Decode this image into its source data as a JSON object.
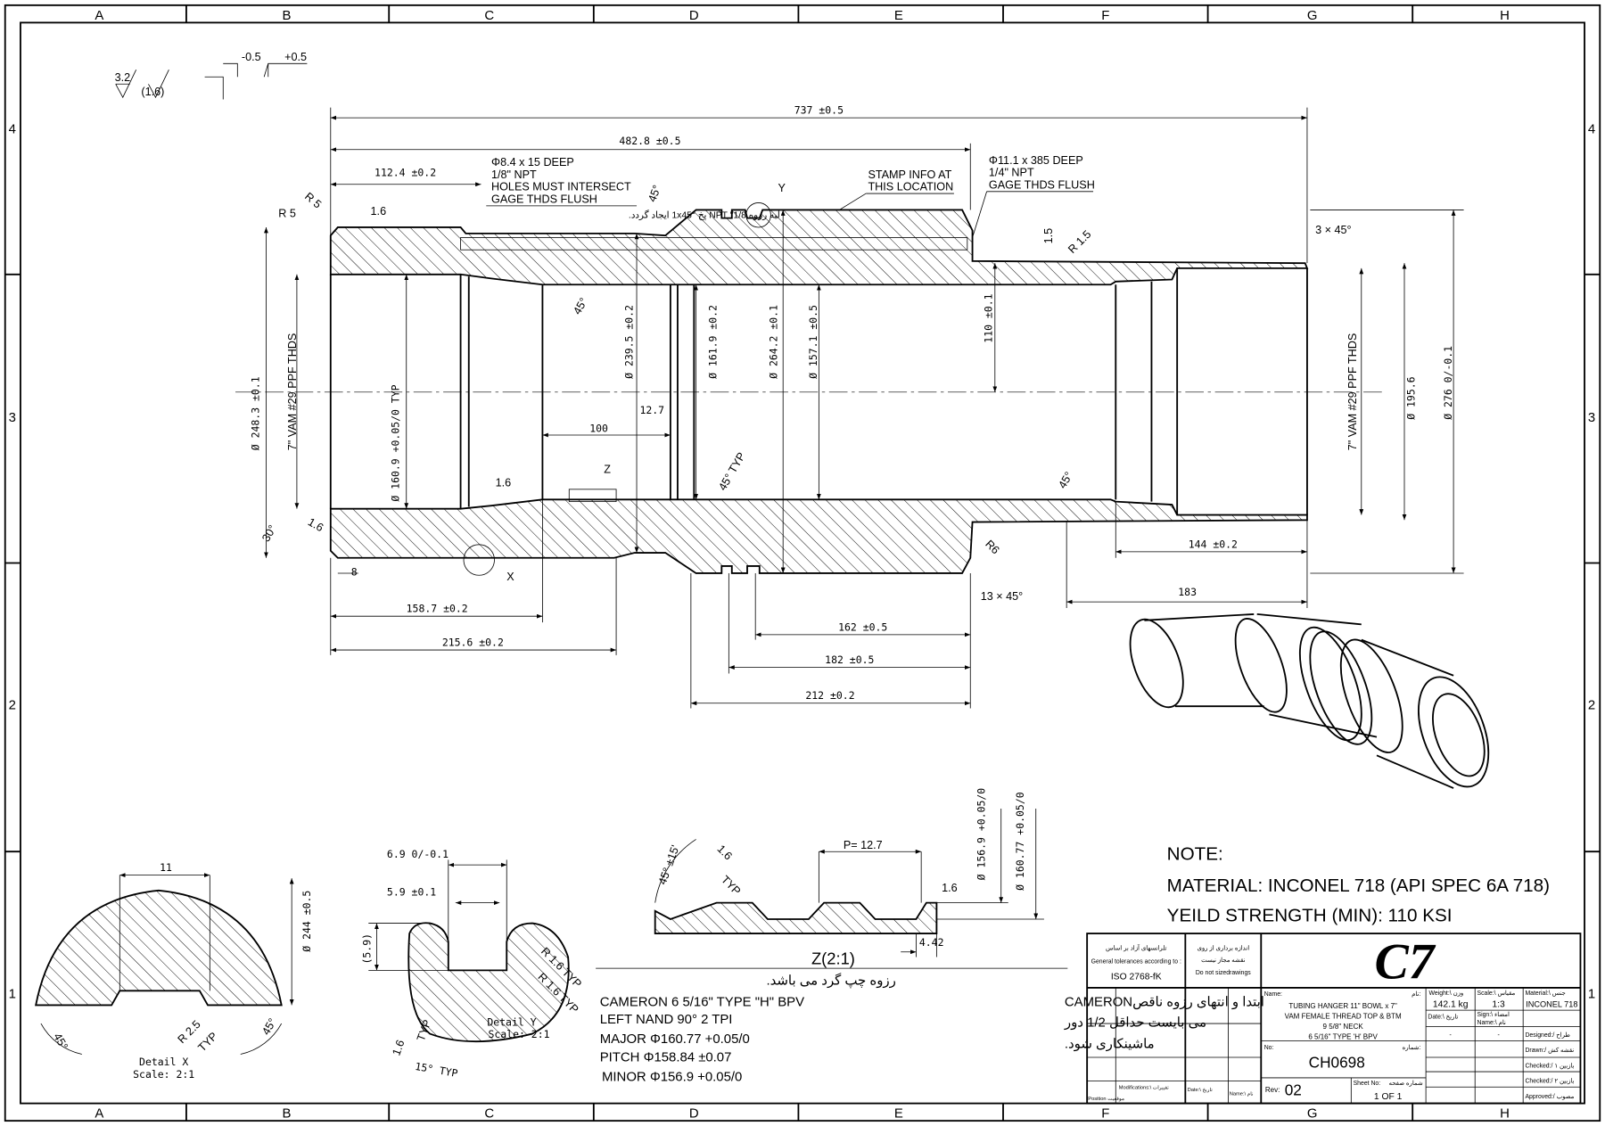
{
  "zones": {
    "columns": [
      "A",
      "B",
      "C",
      "D",
      "E",
      "F",
      "G",
      "H"
    ],
    "rows": [
      "4",
      "3",
      "2",
      "1"
    ]
  },
  "surface": {
    "finish_main": "3.2",
    "finish_other": "(1.6)",
    "tol_minus": "-0.5",
    "tol_plus": "+0.5"
  },
  "main_view": {
    "dims": {
      "overall": "737 ±0.5",
      "d4828": "482.8 ±0.5",
      "d1124": "112.4 ±0.2",
      "r5a": "R 5",
      "r5b": "R 5",
      "f16a": "1.6",
      "a45top": "45°",
      "y_label": "Y",
      "r15": "R 1.5",
      "d15": "1.5",
      "chamfer3": "3 × 45°",
      "dia2483": "Ø 248.3 ±0.1",
      "thds_left": "7\" VAM #29 PPF THDS",
      "dia1609": "Ø 160.9 +0.05/0 TYP",
      "a45in": "45°",
      "dia2395": "Ø 239.5 ±0.2",
      "dia1619": "Ø 161.9 ±0.2",
      "dia2642": "Ø 264.2 ±0.1",
      "dia1571": "Ø 157.1 ±0.5",
      "d110": "110 ±0.1",
      "d127": "12.7",
      "d100": "100",
      "z_label": "Z",
      "f16b": "1.6",
      "a45typ": "45° TYP",
      "a45right": "45°",
      "thds_right": "7\" VAM #29 PPF THDS",
      "dia1956": "Ø 195.6",
      "dia276": "Ø 276 0/-0.1",
      "a30": "30°",
      "f16c": "1.6",
      "d8": "8",
      "x_label": "X",
      "r6": "R6",
      "d144": "144 ±0.2",
      "chamfer13": "13 × 45°",
      "d183": "183",
      "d1587": "158.7 ±0.2",
      "d2156": "215.6 ±0.2",
      "d162": "162 ±0.5",
      "d182": "182 ±0.5",
      "d212": "212 ±0.2"
    },
    "note_hole_left": [
      "Φ8.4 x 15 DEEP",
      "1/8\" NPT",
      "HOLES MUST INTERSECT",
      "GAGE THDS FLUSH",
      "لبه رزوه 1/8\" NPT پخ 1x45° ایجاد گردد."
    ],
    "note_stamp": [
      "STAMP INFO AT",
      "THIS LOCATION"
    ],
    "note_hole_right": [
      "Φ11.1 x 385 DEEP",
      "1/4\" NPT",
      "GAGE THDS FLUSH"
    ]
  },
  "detail_x": {
    "d11": "11",
    "dia244": "Ø 244 ±0.5",
    "a45l": "45°",
    "a45r": "45°",
    "r25": "R 2.5",
    "typ": "TYP",
    "title": "Detail X",
    "scale": "Scale: 2:1"
  },
  "detail_y": {
    "d69": "6.9 0/-0.1",
    "d59": "5.9 ±0.1",
    "d59ref": "(5.9)",
    "r16a": "R 1.6 TYP",
    "r16b": "R 1.6 TYP",
    "f16": "1.6",
    "typ": "TYP",
    "a15": "15° TYP",
    "title": "Detail Y",
    "scale": "Scale: 2:1"
  },
  "detail_z": {
    "a45": "45° ±15'",
    "f16a": "1.6",
    "typ": "TYP",
    "pitch": "P= 12.7",
    "f16b": "1.6",
    "dia1569": "Ø 156.9 +0.05/0",
    "dia16077": "Ø 160.77 +0.05/0",
    "d442": "4.42",
    "title": "Z(2:1)"
  },
  "thread_notes": {
    "persian_top": "رزوه چپ گرد می باشد.",
    "lines": [
      "CAMERON 6 5/16\" TYPE \"H\" BPV",
      "LEFT NAND 90° 2 TPI",
      "MAJOR Φ160.77 +0.05/0",
      "PITCH Φ158.84 ±0.07",
      "MINOR Φ156.9 +0.05/0"
    ],
    "persian_right": [
      "ابتدا و انتهای رزوه ناقصCAMERON",
      "می بایست حداقل 1/2 دور",
      "ماشینکاری شود."
    ]
  },
  "notes": {
    "heading": "NOTE:",
    "material": "MATERIAL: INCONEL 718 (API SPEC 6A 718)",
    "yield": "YEILD STRENGTH (MIN): 110 KSI"
  },
  "title_block": {
    "tol_fa": "تلرانسهای آزاد بر اساس",
    "tol_en": "General tolerances according to :",
    "tol_std": "ISO 2768-fK",
    "nosize_fa1": "اندازه برداری از روی",
    "nosize_fa2": "نقشه مجاز نیست",
    "nosize_en": "Do not sizedrawings",
    "code": "C7",
    "name_label": "Name:",
    "name_fa": "نام:",
    "name_lines": [
      "TUBING HANGER 11\" BOWL x 7\"",
      "VAM FEMALE THREAD TOP & BTM",
      "9 5/8\" NECK",
      "6 5/16\" TYPE 'H' BPV"
    ],
    "no_label": "No:",
    "no_fa": "شماره:",
    "number": "CH0698",
    "rev_label": "Rev:",
    "rev": "02",
    "sheet_label": "Sheet No:",
    "sheet_fa": "شماره صفحه",
    "sheet": "1 OF 1",
    "weight_label": "Weight:\\ وزن",
    "weight": "142.1 kg",
    "scale_label": "Scale:\\ مقیاس",
    "scale": "1:3",
    "material_label": "Material:\\ جنس",
    "material": "INCONEL 718",
    "date_label": "Date:\\ تاریخ",
    "sign_label": "Sign:\\ امضاء",
    "name2_label": "Name:\\ نام",
    "dash1": "-",
    "dash2": "-",
    "roles": [
      "Designed:/ طراح",
      "Drawn:/ نقشه کش",
      "Checked:/ بازبین ۱",
      "Checked:/ بازبین ۲",
      "Approved:/ مصوب"
    ],
    "rev_table": {
      "position": "Position موقعیت",
      "modifications": "Modifications:\\ تغییرات",
      "date": "Date:\\ تاریخ",
      "name": "Name:\\ نام"
    }
  }
}
